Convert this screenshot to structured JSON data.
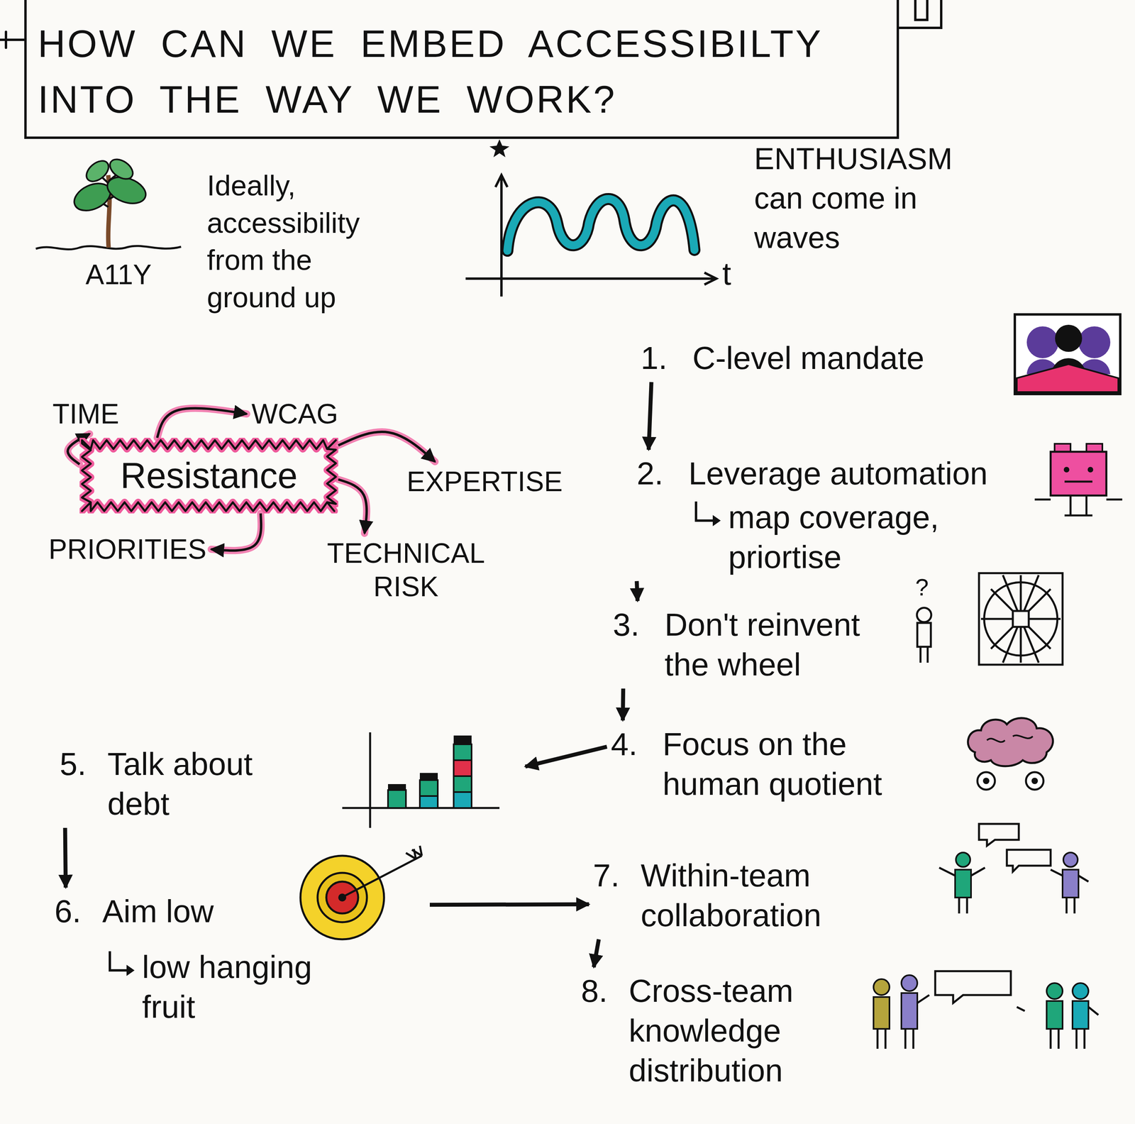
{
  "diagram": {
    "title": "HOW CAN WE EMBED ACCESSIBILTY INTO THE WAY WE WORK?",
    "nodes": [
      {
        "text": [
          "Resistance"
        ]
      },
      {
        "text": [
          "TIME"
        ]
      },
      {
        "text": [
          "WCAG"
        ]
      },
      {
        "text": [
          "EXPERTISE"
        ]
      },
      {
        "text": [
          "TECHNICAL RISK"
        ]
      },
      {
        "text": [
          "PRIORITIES"
        ]
      },
      {
        "text": [
          "1.",
          "C-level mandate"
        ]
      },
      {
        "text": [
          "2.",
          "Leverage automation",
          "map coverage, priortise"
        ]
      },
      {
        "text": [
          "3.",
          "Don't reinvent the wheel"
        ]
      },
      {
        "text": [
          "4.",
          "Focus on the human quotient"
        ]
      },
      {
        "text": [
          "5.",
          "Talk about debt"
        ]
      },
      {
        "text": [
          "6.",
          "Aim low",
          "low hanging fruit"
        ]
      },
      {
        "text": [
          "7.",
          "Within-team collaboration"
        ]
      },
      {
        "text": [
          "8.",
          "Cross-team knowledge distribution"
        ]
      }
    ],
    "edges": [
      {
        "from": 0,
        "to": 1,
        "arrow": "to"
      },
      {
        "from": 0,
        "to": 2,
        "arrow": "to"
      },
      {
        "from": 0,
        "to": 3,
        "arrow": "to"
      },
      {
        "from": 0,
        "to": 4,
        "arrow": "to"
      },
      {
        "from": 0,
        "to": 5,
        "arrow": "to"
      },
      {
        "from": 6,
        "to": 7,
        "arrow": "to"
      },
      {
        "from": 7,
        "to": 8,
        "arrow": "to"
      },
      {
        "from": 8,
        "to": 9,
        "arrow": "to"
      },
      {
        "from": 9,
        "to": 10,
        "arrow": "to"
      },
      {
        "from": 10,
        "to": 11,
        "arrow": "to"
      },
      {
        "from": 11,
        "to": 12,
        "arrow": "to"
      },
      {
        "from": 12,
        "to": 13,
        "arrow": "to"
      }
    ],
    "labels": [
      "A11Y",
      "Ideally, accessibility from the ground up",
      "ENTHUSIASM can come in waves",
      "t",
      "?"
    ]
  }
}
